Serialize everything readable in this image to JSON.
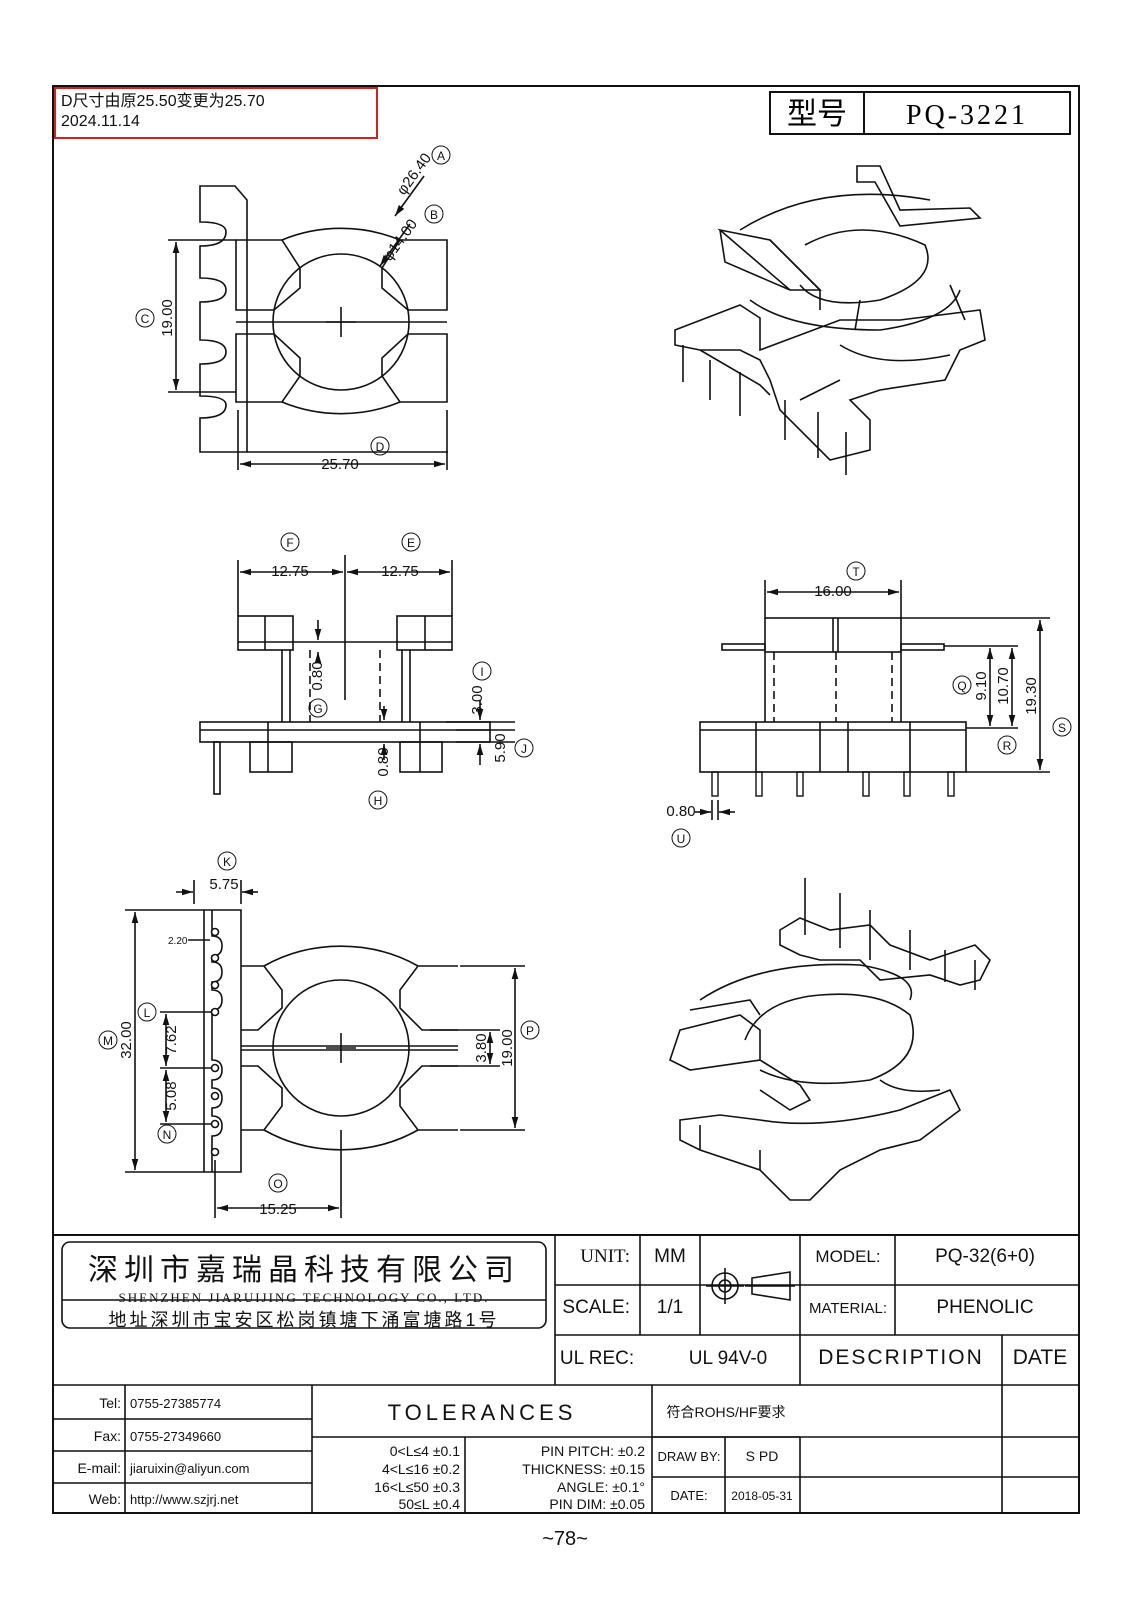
{
  "revision_note": {
    "line1": "D尺寸由原25.50变更为25.70",
    "line2": "2024.11.14"
  },
  "title_box": {
    "label": "型号",
    "part_number": "PQ-3221"
  },
  "views": {
    "top": {
      "dims": [
        {
          "id": "A",
          "value": "φ26.40"
        },
        {
          "id": "B",
          "value": "φ14.00"
        },
        {
          "id": "C",
          "value": "19.00"
        },
        {
          "id": "D",
          "value": "25.70"
        }
      ]
    },
    "front": {
      "dims": [
        {
          "id": "F",
          "value": "12.75"
        },
        {
          "id": "E",
          "value": "12.75"
        },
        {
          "id": "G",
          "value": "0.80"
        },
        {
          "id": "H",
          "value": "0.80"
        },
        {
          "id": "I",
          "value": "3.00"
        },
        {
          "id": "J",
          "value": "5.90"
        }
      ]
    },
    "side": {
      "dims": [
        {
          "id": "T",
          "value": "16.00"
        },
        {
          "id": "Q",
          "value": "9.10"
        },
        {
          "id": "R",
          "value": "10.70"
        },
        {
          "id": "S",
          "value": "19.30"
        },
        {
          "id": "U",
          "value": "0.80"
        }
      ]
    },
    "bottom": {
      "dims": [
        {
          "id": "K",
          "value": "5.75"
        },
        {
          "id": "M",
          "value": "32.00"
        },
        {
          "id": "L",
          "value": "7.62"
        },
        {
          "id": "N",
          "value": "5.08"
        },
        {
          "id": "O",
          "value": "15.25"
        },
        {
          "id": "P",
          "value": "19.00"
        },
        {
          "id": "P2",
          "value": "3.80"
        },
        {
          "id": "small",
          "value": "2.20"
        }
      ]
    }
  },
  "company": {
    "name_cn": "深圳市嘉瑞晶科技有限公司",
    "name_en": "SHENZHEN JIARUIJING TECHNOLOGY CO., LTD.",
    "address": "地址深圳市宝安区松岗镇塘下涌富塘路1号"
  },
  "title_block": {
    "unit_label": "UNIT:",
    "unit_value": "MM",
    "scale_label": "SCALE:",
    "scale_value": "1/1",
    "ulrec_label": "UL REC:",
    "ulrec_value": "UL 94V-0",
    "model_label": "MODEL:",
    "model_value": "PQ-32(6+0)",
    "material_label": "MATERIAL:",
    "material_value": "PHENOLIC",
    "description_header": "DESCRIPTION",
    "date_header": "DATE"
  },
  "contact": [
    {
      "label": "Tel:",
      "value": "0755-27385774"
    },
    {
      "label": "Fax:",
      "value": "0755-27349660"
    },
    {
      "label": "E-mail:",
      "value": "jiaruixin@aliyun.com"
    },
    {
      "label": "Web:",
      "value": "http://www.szjrj.net"
    }
  ],
  "tolerances": {
    "header": "TOLERANCES",
    "ranges": [
      "0<L≤4 ±0.1",
      "4<L≤16 ±0.2",
      "16<L≤50 ±0.3",
      "50≤L ±0.4"
    ],
    "others": [
      "PIN PITCH: ±0.2",
      "THICKNESS: ±0.15",
      "ANGLE: ±0.1°",
      "PIN DIM: ±0.05"
    ]
  },
  "compliance": "符合ROHS/HF要求",
  "draw_by": {
    "label": "DRAW BY:",
    "value": "S PD"
  },
  "date": {
    "label": "DATE:",
    "value": "2018-05-31"
  },
  "page_number": "~78~"
}
